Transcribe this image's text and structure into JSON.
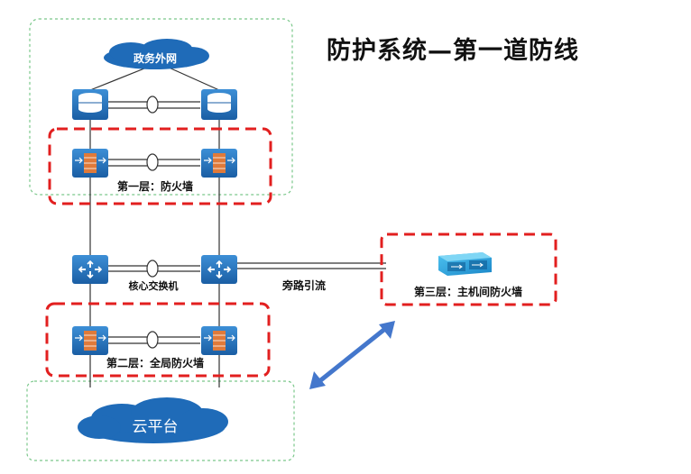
{
  "title": "防护系统—第一道防线",
  "cloud_top": "政务外网",
  "cloud_bottom": "云平台",
  "layer1_label": "第一层：防火墙",
  "layer2_label": "第二层：全局防火墙",
  "layer3_label": "第三层：主机间防火墙",
  "core_switch_label": "核心交换机",
  "bypass_label": "旁路引流",
  "colors": {
    "router_fill": "#1f7bc4",
    "device_fill": "#2a78c0",
    "firewall_brick": "#e07a3a",
    "dash_red": "#e21f1f",
    "dash_green": "#7ac78a",
    "cloud_fill": "#1f6bb8",
    "arrow_blue": "#4477cc"
  }
}
